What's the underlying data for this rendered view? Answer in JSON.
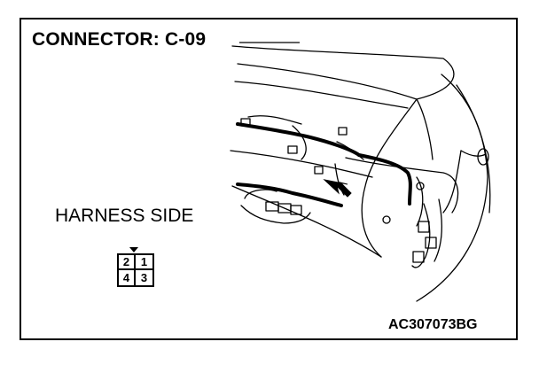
{
  "title": "CONNECTOR: C-09",
  "harness_label": "HARNESS SIDE",
  "figure_code": "AC307073BG",
  "connector": {
    "pins": [
      "2",
      "1",
      "4",
      "3"
    ]
  },
  "colors": {
    "line": "#000000",
    "background": "#ffffff"
  }
}
